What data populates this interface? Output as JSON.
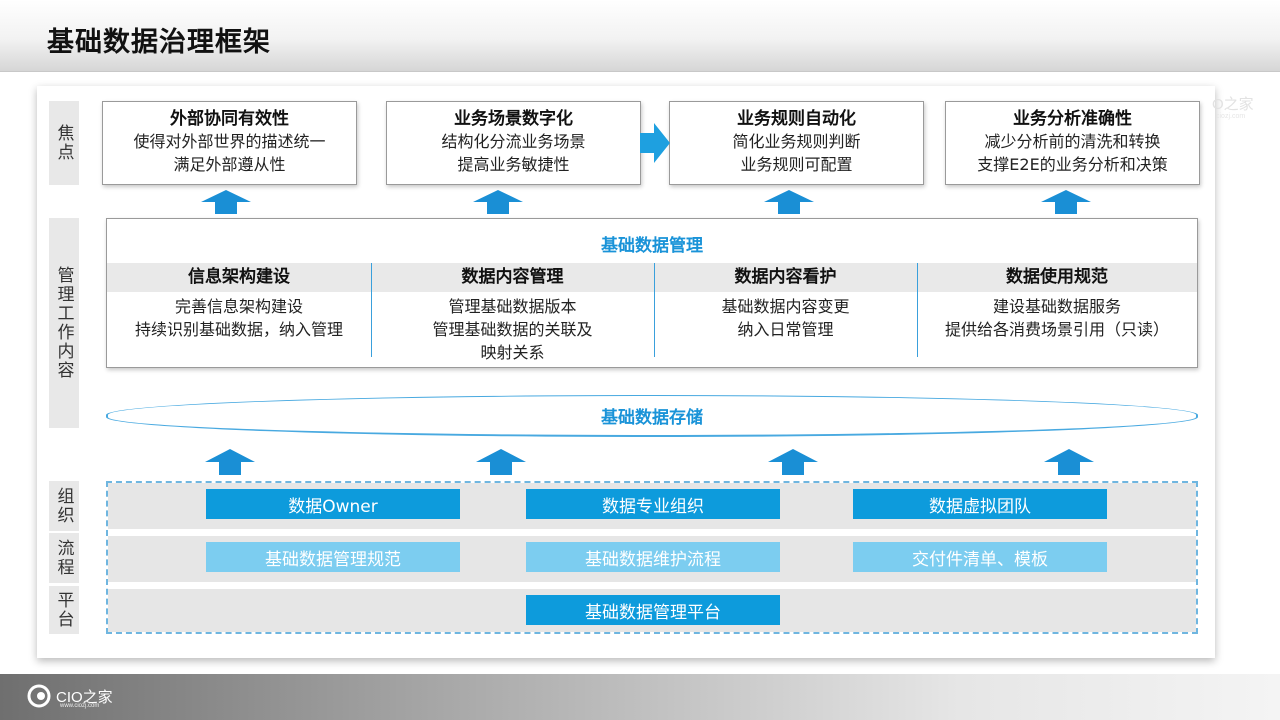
{
  "title": "基础数据治理框架",
  "side_labels": {
    "focus": "焦点",
    "mgmt": "管理工作内容",
    "org": "组织",
    "process": "流程",
    "platform": "平台"
  },
  "focus_boxes": [
    {
      "title": "外部协同有效性",
      "lines": [
        "使得对外部世界的描述统一",
        "满足外部遵从性"
      ]
    },
    {
      "title": "业务场景数字化",
      "lines": [
        "结构化分流业务场景",
        "提高业务敏捷性"
      ]
    },
    {
      "title": "业务规则自动化",
      "lines": [
        "简化业务规则判断",
        "业务规则可配置"
      ]
    },
    {
      "title": "业务分析准确性",
      "lines": [
        "减少分析前的清洗和转换",
        "支撑E2E的业务分析和决策"
      ]
    }
  ],
  "management": {
    "title": "基础数据管理",
    "columns": [
      {
        "head": "信息架构建设",
        "lines": [
          "完善信息架构建设",
          "持续识别基础数据，纳入管理"
        ]
      },
      {
        "head": "数据内容管理",
        "lines": [
          "管理基础数据版本",
          "管理基础数据的关联及",
          "映射关系"
        ]
      },
      {
        "head": "数据内容看护",
        "lines": [
          "基础数据内容变更",
          "纳入日常管理"
        ]
      },
      {
        "head": "数据使用规范",
        "lines": [
          "建设基础数据服务",
          "提供给各消费场景引用（只读）"
        ]
      }
    ]
  },
  "storage": "基础数据存储",
  "organization": [
    "数据Owner",
    "数据专业组织",
    "数据虚拟团队"
  ],
  "process": [
    "基础数据管理规范",
    "基础数据维护流程",
    "交付件清单、模板"
  ],
  "platform": [
    "基础数据管理平台"
  ],
  "colors": {
    "accent": "#1a93d8",
    "chip_dark": "#0d9bdc",
    "chip_light": "#7ccdf0",
    "band": "#e6e6e6"
  },
  "logo": {
    "text": "CIO之家",
    "sub": "www.ciozj.com"
  },
  "watermark": {
    "text": "O之家",
    "sub": "ciozj.com"
  }
}
